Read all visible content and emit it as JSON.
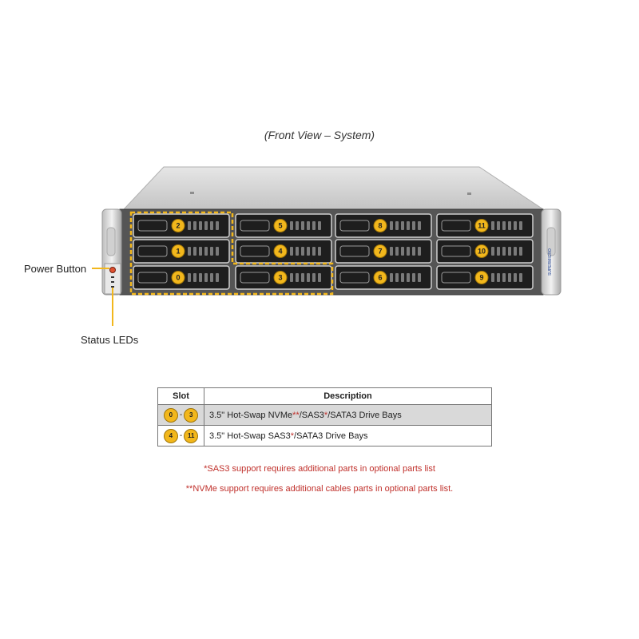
{
  "caption": "(Front View – System)",
  "callouts": {
    "power_button": "Power Button",
    "status_leds": "Status LEDs"
  },
  "server": {
    "brand_label": "SUPERMICRO",
    "bays": [
      {
        "label": "2"
      },
      {
        "label": "5"
      },
      {
        "label": "8"
      },
      {
        "label": "11"
      },
      {
        "label": "1"
      },
      {
        "label": "4"
      },
      {
        "label": "7"
      },
      {
        "label": "10"
      },
      {
        "label": "0"
      },
      {
        "label": "3"
      },
      {
        "label": "6"
      },
      {
        "label": "9"
      }
    ],
    "highlight_color": "#f2b71c"
  },
  "table": {
    "headers": {
      "slot": "Slot",
      "description": "Description"
    },
    "rows": [
      {
        "from": "0",
        "to": "3",
        "sep": "-",
        "desc_a": "3.5\" Hot-Swap NVMe",
        "desc_mark1": "**",
        "desc_b": "/SAS3",
        "desc_mark2": "*",
        "desc_c": "/SATA3 Drive Bays"
      },
      {
        "from": "4",
        "to": "11",
        "sep": "-",
        "desc_a": "3.5\" Hot-Swap SAS3",
        "desc_mark1": "*",
        "desc_b": "/SATA3 Drive Bays"
      }
    ]
  },
  "notes": [
    "*SAS3 support requires additional parts in optional parts list",
    "**NVMe support requires additional cables parts in optional parts list."
  ]
}
